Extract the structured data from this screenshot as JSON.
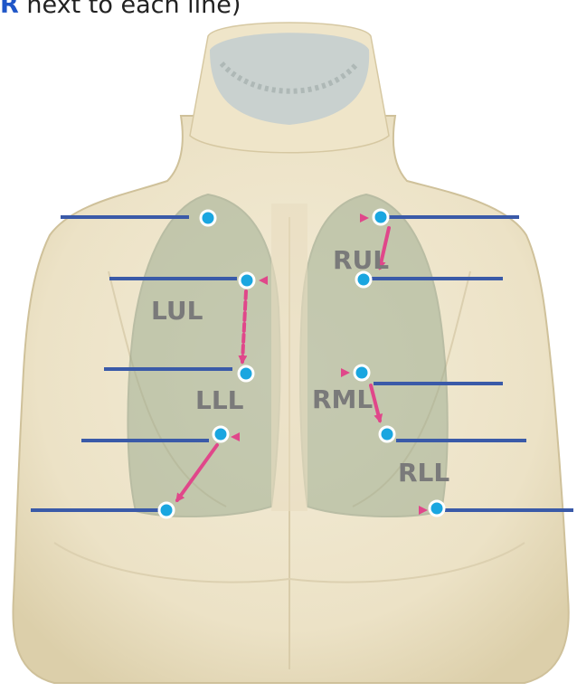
{
  "caption": {
    "prefix": "R",
    "text": " next to each line)"
  },
  "lobes": {
    "rul": "RUL",
    "lul": "LUL",
    "lll": "LLL",
    "rml": "RML",
    "rll": "RLL"
  },
  "colors": {
    "accent": "#1f56c8",
    "line": "#3a5aa8",
    "arrow": "#e0478a",
    "dot_fill": "#1aa6e0",
    "label": "#7a7a7a",
    "skin": "#efe6cf",
    "lung": "#a9b59a"
  }
}
